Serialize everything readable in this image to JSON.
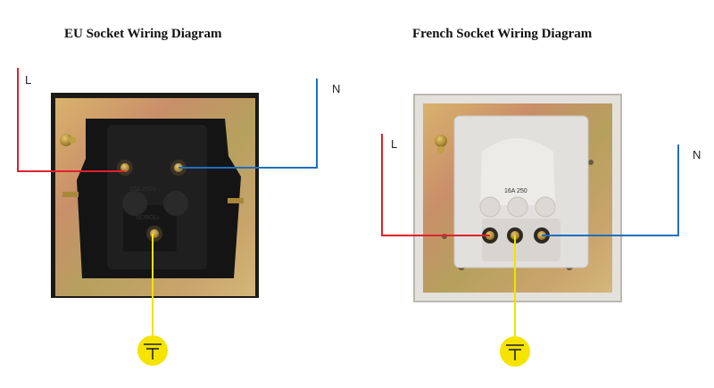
{
  "diagrams": {
    "eu": {
      "title": "EU Socket Wiring Diagram",
      "live_label": "L",
      "neutral_label": "N",
      "rating_text": "16A 250V~",
      "brand_text": "SOBOLI"
    },
    "french": {
      "title": "French Socket Wiring Diagram",
      "live_label": "L",
      "neutral_label": "N",
      "rating_text": "16A 250"
    }
  },
  "colors": {
    "live_wire": "#e0212e",
    "neutral_wire": "#1f6fc0",
    "earth_wire": "#f2e200",
    "earth_symbol_bg": "#f5e300"
  }
}
